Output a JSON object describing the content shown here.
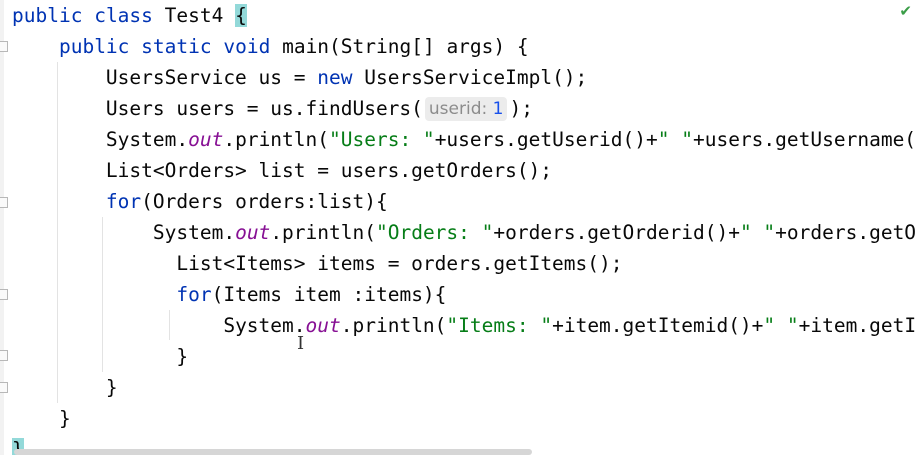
{
  "editor": {
    "language": "java",
    "status_icon": "check-icon",
    "cursor_icon": "text-cursor-icon",
    "lines": [
      {
        "indent": "",
        "tokens": [
          {
            "t": "public",
            "k": "kw"
          },
          {
            "t": " "
          },
          {
            "t": "class",
            "k": "kw"
          },
          {
            "t": " Test4 "
          },
          {
            "t": "{",
            "k": "brace"
          }
        ]
      },
      {
        "indent": "    ",
        "tokens": [
          {
            "t": "public",
            "k": "kw"
          },
          {
            "t": " "
          },
          {
            "t": "static",
            "k": "kw"
          },
          {
            "t": " "
          },
          {
            "t": "void",
            "k": "kw"
          },
          {
            "t": " main(String[] args) {"
          }
        ]
      },
      {
        "indent": "        ",
        "tokens": [
          {
            "t": "UsersService us = "
          },
          {
            "t": "new",
            "k": "kw"
          },
          {
            "t": " UsersServiceImpl();"
          }
        ]
      },
      {
        "indent": "        ",
        "tokens": [
          {
            "t": "Users users = us.findUsers("
          },
          {
            "t": "userid:",
            "k": "hint",
            "v": "1"
          },
          {
            "t": ");"
          }
        ]
      },
      {
        "indent": "        ",
        "tokens": [
          {
            "t": "System."
          },
          {
            "t": "out",
            "k": "field"
          },
          {
            "t": ".println("
          },
          {
            "t": "\"Users: \"",
            "k": "str"
          },
          {
            "t": "+users.getUserid()+"
          },
          {
            "t": "\" \"",
            "k": "str"
          },
          {
            "t": "+users.getUsername()+"
          },
          {
            "t": "\" \"",
            "k": "str"
          }
        ]
      },
      {
        "indent": "        ",
        "tokens": [
          {
            "t": "List<Orders> list = users.getOrders();"
          }
        ]
      },
      {
        "indent": "        ",
        "tokens": [
          {
            "t": "for",
            "k": "kw"
          },
          {
            "t": "(Orders orders:list){"
          }
        ]
      },
      {
        "indent": "            ",
        "tokens": [
          {
            "t": "System."
          },
          {
            "t": "out",
            "k": "field"
          },
          {
            "t": ".println("
          },
          {
            "t": "\"Orders: \"",
            "k": "str"
          },
          {
            "t": "+orders.getOrderid()+"
          },
          {
            "t": "\" \"",
            "k": "str"
          },
          {
            "t": "+orders.getOrder"
          }
        ]
      },
      {
        "indent": "              ",
        "tokens": [
          {
            "t": "List<Items> items = orders.getItems();"
          }
        ]
      },
      {
        "indent": "              ",
        "tokens": [
          {
            "t": "for",
            "k": "kw"
          },
          {
            "t": "(Items item :items){"
          }
        ]
      },
      {
        "indent": "                  ",
        "tokens": [
          {
            "t": "System."
          },
          {
            "t": "out",
            "k": "field"
          },
          {
            "t": ".println("
          },
          {
            "t": "\"Items: \"",
            "k": "str"
          },
          {
            "t": "+item.getItemid()+"
          },
          {
            "t": "\" \"",
            "k": "str"
          },
          {
            "t": "+item.getItemn"
          }
        ]
      },
      {
        "indent": "              ",
        "tokens": [
          {
            "t": "}"
          }
        ]
      },
      {
        "indent": "        ",
        "tokens": [
          {
            "t": "}"
          }
        ]
      },
      {
        "indent": "    ",
        "tokens": [
          {
            "t": "}"
          }
        ]
      },
      {
        "indent": "",
        "tokens": [
          {
            "t": "}",
            "k": "brace"
          }
        ]
      }
    ]
  },
  "colors": {
    "keyword": "#0033b3",
    "string": "#067d17",
    "static_field": "#871094",
    "number": "#1750eb",
    "brace_highlight": "#93d9d9",
    "inlay_hint_bg": "#ececec"
  }
}
